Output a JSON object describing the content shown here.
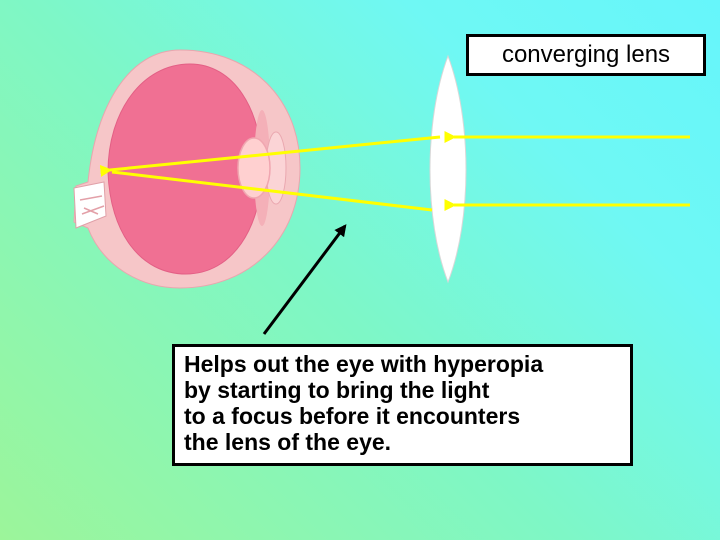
{
  "lens_label": "converging lens",
  "caption_lines": [
    "Helps out the eye with hyperopia",
    "by starting to bring the light",
    "to a focus before it encounters",
    "the lens of the eye."
  ],
  "colors": {
    "sclera": "#f6c6c8",
    "eyeball": "#f07093",
    "eye_lens": "#ffd0d0",
    "light_ray": "#ffff00",
    "converging_lens": "#ffffff"
  }
}
